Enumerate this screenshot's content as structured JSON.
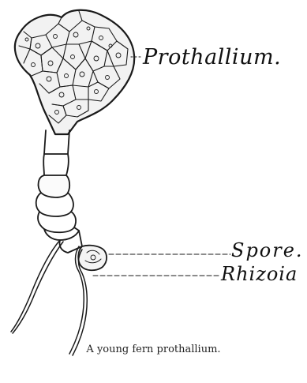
{
  "labels": {
    "prothallium": "Prothallium.",
    "spore": "Spore.",
    "rhizoid": "Rhizoia"
  },
  "caption": "A young fern prothallium.",
  "colors": {
    "ink": "#1a1a1a",
    "background": "#ffffff"
  }
}
